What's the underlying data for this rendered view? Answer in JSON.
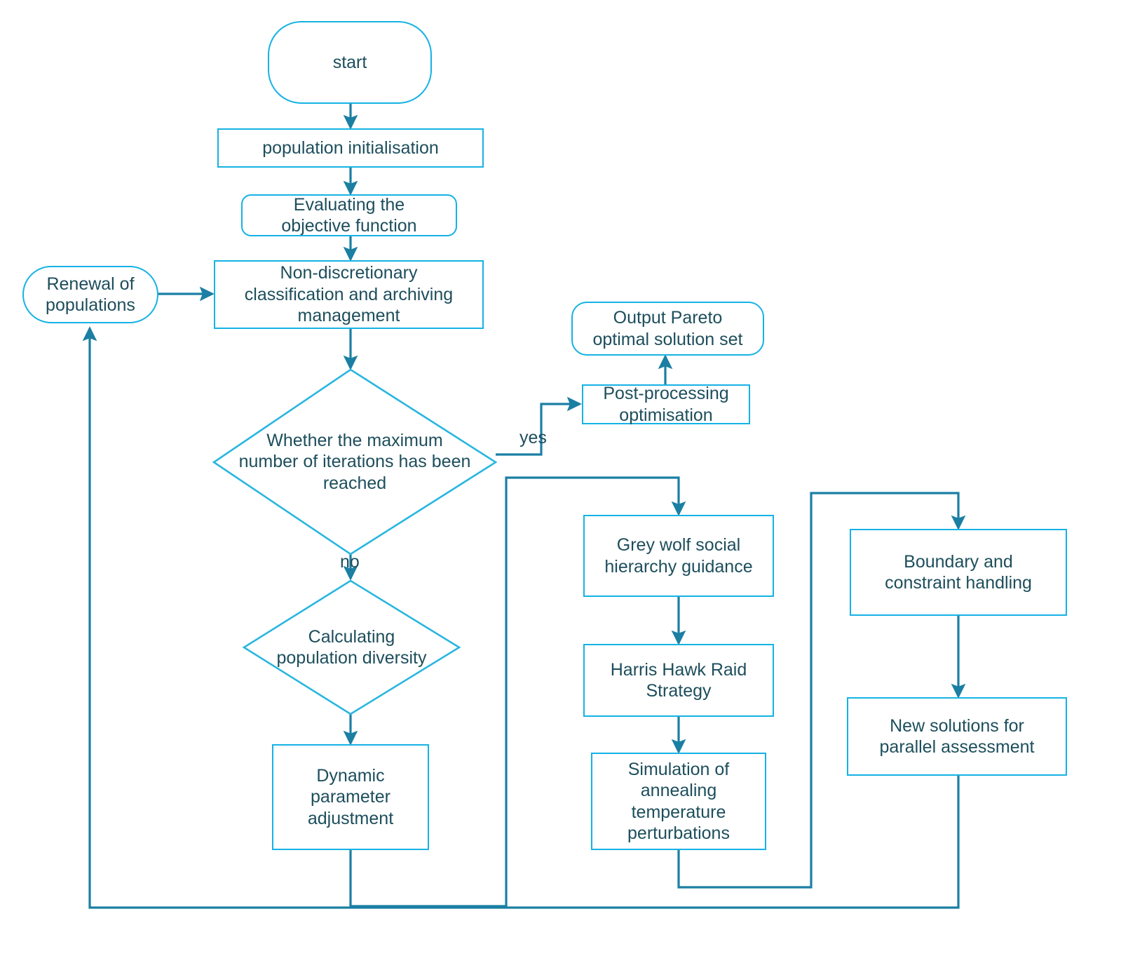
{
  "diagram": {
    "title": "Multi-objective optimisation algorithm flowchart",
    "colors": {
      "node_border": "#15b2e4",
      "diamond_border": "#29b6e0",
      "connector": "#1b7fa3",
      "text": "#1d4e5c",
      "background": "#ffffff"
    },
    "nodes": [
      {
        "id": "start",
        "shape": "round",
        "label": "start"
      },
      {
        "id": "popinit",
        "shape": "rect",
        "label": "population initialisation"
      },
      {
        "id": "evalobj",
        "shape": "round",
        "label": "Evaluating the\nobjective function"
      },
      {
        "id": "nondisc",
        "shape": "rect",
        "label": "Non-discretionary\nclassification and archiving\nmanagement"
      },
      {
        "id": "renewal",
        "shape": "round",
        "label": "Renewal of\npopulations"
      },
      {
        "id": "maxiter",
        "shape": "diamond",
        "label": "Whether the maximum\nnumber of iterations has been\nreached"
      },
      {
        "id": "postproc",
        "shape": "rect",
        "label": "Post-processing\noptimisation"
      },
      {
        "id": "pareto",
        "shape": "round",
        "label": "Output Pareto\noptimal solution set"
      },
      {
        "id": "diversity",
        "shape": "diamond",
        "label": "Calculating\npopulation diversity"
      },
      {
        "id": "dynparam",
        "shape": "rect",
        "label": "Dynamic\nparameter\nadjustment"
      },
      {
        "id": "greywolf",
        "shape": "rect",
        "label": "Grey wolf social\nhierarchy guidance"
      },
      {
        "id": "harrishawk",
        "shape": "rect",
        "label": "Harris Hawk Raid\nStrategy"
      },
      {
        "id": "annealing",
        "shape": "rect",
        "label": "Simulation of\nannealing\ntemperature\nperturbations"
      },
      {
        "id": "boundary",
        "shape": "rect",
        "label": "Boundary and\nconstraint handling"
      },
      {
        "id": "newsolutions",
        "shape": "rect",
        "label": "New solutions for\nparallel assessment"
      }
    ],
    "edge_labels": [
      {
        "id": "yes-label",
        "text": "yes"
      },
      {
        "id": "no-label",
        "text": "no"
      }
    ],
    "edges": [
      {
        "from": "start",
        "to": "popinit",
        "label": ""
      },
      {
        "from": "popinit",
        "to": "evalobj",
        "label": ""
      },
      {
        "from": "evalobj",
        "to": "nondisc",
        "label": ""
      },
      {
        "from": "renewal",
        "to": "nondisc",
        "label": ""
      },
      {
        "from": "nondisc",
        "to": "maxiter",
        "label": ""
      },
      {
        "from": "maxiter",
        "to": "postproc",
        "label": "yes"
      },
      {
        "from": "postproc",
        "to": "pareto",
        "label": ""
      },
      {
        "from": "maxiter",
        "to": "diversity",
        "label": "no"
      },
      {
        "from": "diversity",
        "to": "dynparam",
        "label": ""
      },
      {
        "from": "dynparam",
        "to": "greywolf",
        "label": ""
      },
      {
        "from": "greywolf",
        "to": "harrishawk",
        "label": ""
      },
      {
        "from": "harrishawk",
        "to": "annealing",
        "label": ""
      },
      {
        "from": "annealing",
        "to": "boundary",
        "label": ""
      },
      {
        "from": "boundary",
        "to": "newsolutions",
        "label": ""
      },
      {
        "from": "newsolutions",
        "to": "renewal",
        "label": ""
      }
    ]
  }
}
